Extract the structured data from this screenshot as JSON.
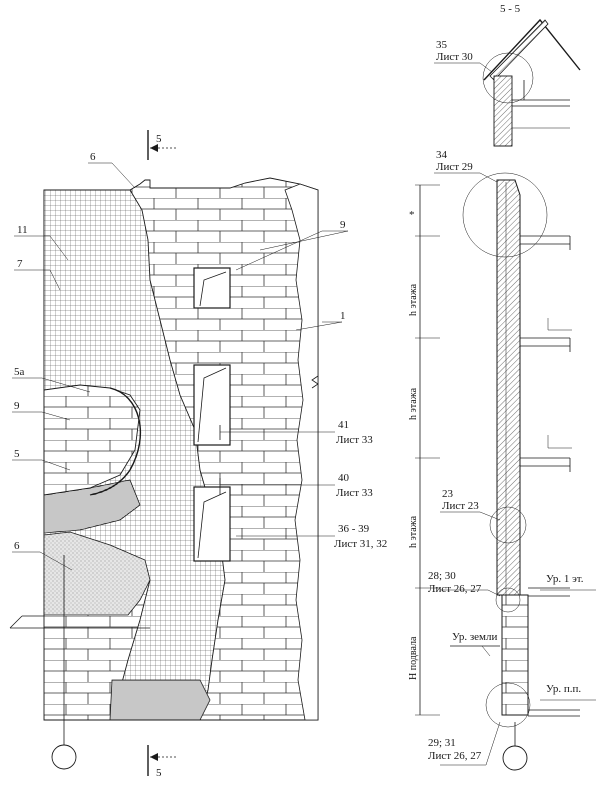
{
  "section_title": "5 - 5",
  "section_marks": {
    "top": "5",
    "bottom": "5"
  },
  "elevation_labels": {
    "l6_top": "6",
    "l11": "11",
    "l7": "7",
    "l9_top": "9",
    "l1": "1",
    "l5a": "5а",
    "l9_mid": "9",
    "l5": "5",
    "l6_bottom": "6"
  },
  "callouts": {
    "c41": {
      "num": "41",
      "sheet": "Лист 33"
    },
    "c40": {
      "num": "40",
      "sheet": "Лист 33"
    },
    "c36": {
      "num": "36 - 39",
      "sheet": "Лист 31, 32"
    }
  },
  "section_callouts": {
    "c35": {
      "num": "35",
      "sheet": "Лист 30"
    },
    "c34": {
      "num": "34",
      "sheet": "Лист 29"
    },
    "c23": {
      "num": "23",
      "sheet": "Лист 23"
    },
    "c28": {
      "num": "28; 30",
      "sheet": "Лист 26, 27"
    },
    "c29": {
      "num": "29; 31",
      "sheet": "Лист 26, 27"
    }
  },
  "dimensions": {
    "star": "*",
    "h1": "h этажа",
    "h2": "h этажа",
    "h3": "h этажа",
    "basement": "H подвала"
  },
  "levels": {
    "floor1": "Ур. 1 эт.",
    "ground": "Ур. земли",
    "pp": "Ур. п.п."
  }
}
